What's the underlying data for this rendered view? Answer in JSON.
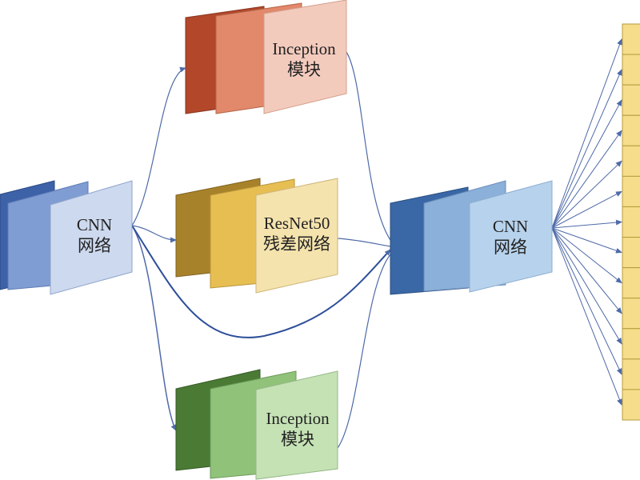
{
  "diagram": {
    "input_block": {
      "line1": "CNN",
      "line2": "网络",
      "colors": [
        "#3d62a8",
        "#7f9dd2",
        "#cdd9ee"
      ]
    },
    "top_block": {
      "line1": "Inception",
      "line2": "模块",
      "colors": [
        "#b2472a",
        "#e2886b",
        "#f3cbbd"
      ]
    },
    "middle_block": {
      "line1": "ResNet50",
      "line2": "残差网络",
      "colors": [
        "#a8822a",
        "#e6be52",
        "#f5e3ad"
      ]
    },
    "bottom_block": {
      "line1": "Inception",
      "line2": "模块",
      "colors": [
        "#4a7a34",
        "#90c27a",
        "#c5e2b5"
      ]
    },
    "output_block": {
      "line1": "CNN",
      "line2": "网络",
      "colors": [
        "#3a68a6",
        "#8bb0d9",
        "#b7d2ec"
      ]
    },
    "output_vector": {
      "cells": 13,
      "color": "#f5dd8c",
      "border": "#b59b3c"
    },
    "edge_color": "#4f6aa8"
  }
}
